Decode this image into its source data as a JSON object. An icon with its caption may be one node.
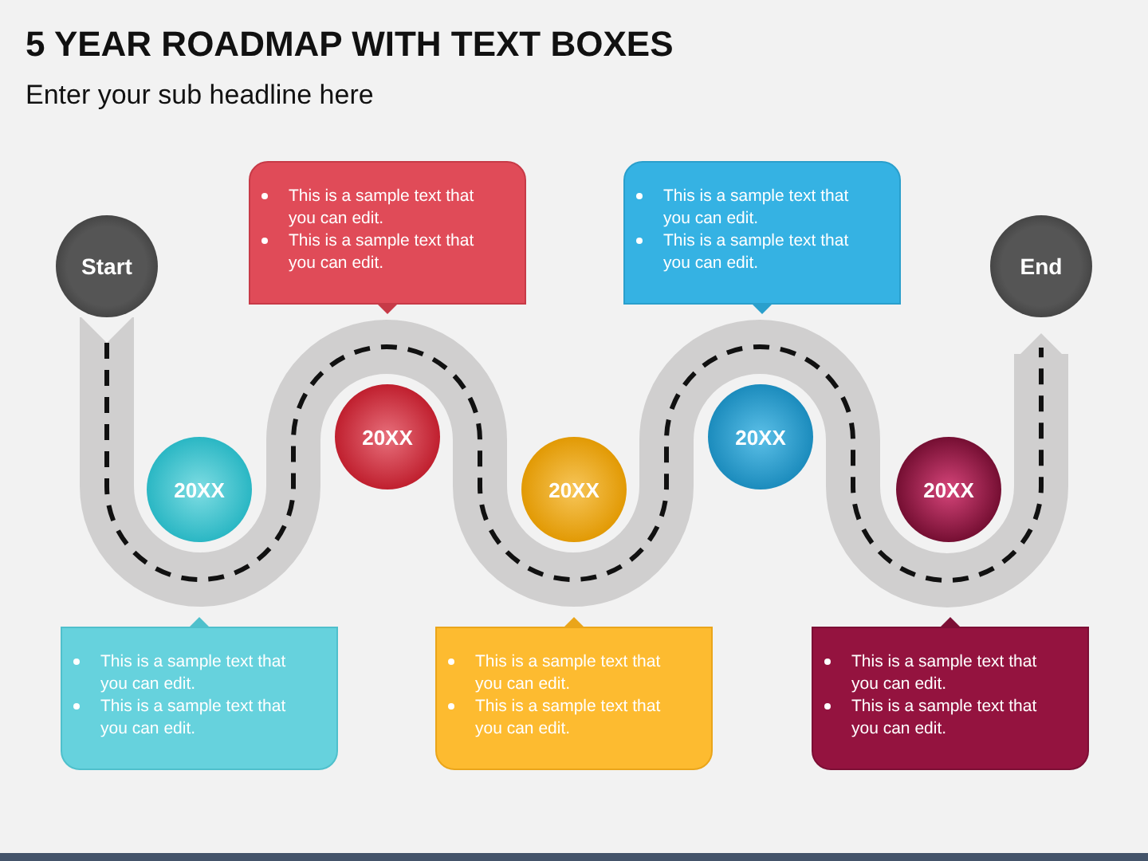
{
  "diagram": {
    "title": "5 YEAR ROADMAP WITH TEXT BOXES",
    "caption": "Enter your sub headline here",
    "nodes": [
      {
        "text": [
          "Start"
        ]
      },
      {
        "text": [
          "This is a sample text that you can edit.",
          "This is a sample text that you can edit."
        ]
      },
      {
        "text": [
          "This is a sample text that you can edit.",
          "This is a sample text that you can edit."
        ]
      },
      {
        "text": [
          "End"
        ]
      },
      {
        "text": [
          "20XX"
        ]
      },
      {
        "text": [
          "20XX"
        ]
      },
      {
        "text": [
          "20XX"
        ]
      },
      {
        "text": [
          "20XX"
        ]
      },
      {
        "text": [
          "20XX"
        ]
      },
      {
        "text": [
          "This is a sample text that you can edit.",
          "This is a sample text that you can edit."
        ]
      },
      {
        "text": [
          "This is a sample text that you can edit.",
          "This is a sample text that you can edit."
        ]
      },
      {
        "text": [
          "This is a sample text that you can edit.",
          "This is a sample text that you can edit."
        ]
      }
    ],
    "edges": [
      {
        "from": 0,
        "to": 3,
        "arrow": "to"
      }
    ]
  }
}
